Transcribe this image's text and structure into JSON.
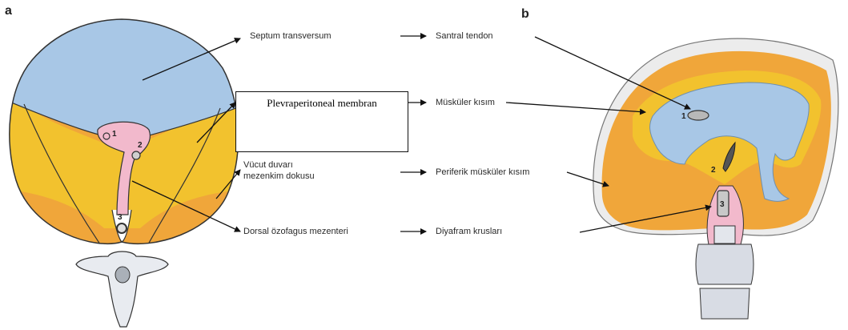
{
  "panel_a": "a",
  "panel_b": "b",
  "labels": {
    "septum": "Septum transversum",
    "central_tendon": "Santral tendon",
    "pleuroperitoneal": "Plevraperitoneal membran",
    "muscular": "Müsküler kısım",
    "body_wall_1": "Vücut duvarı",
    "body_wall_2": "mezenkim dokusu",
    "peripheral_muscular": "Periferik müsküler kısım",
    "dorsal_mesentery": "Dorsal özofagus mezenteri",
    "crus": "Diyafram krusları"
  },
  "numbers": [
    "1",
    "2",
    "3"
  ],
  "colors": {
    "septum_blue": "#a8c7e6",
    "pleuro_yellow": "#f2c22e",
    "body_orange": "#f0a63a",
    "esophagus_pink": "#f2b9cc",
    "vertebra_gray": "#d8dce4"
  }
}
